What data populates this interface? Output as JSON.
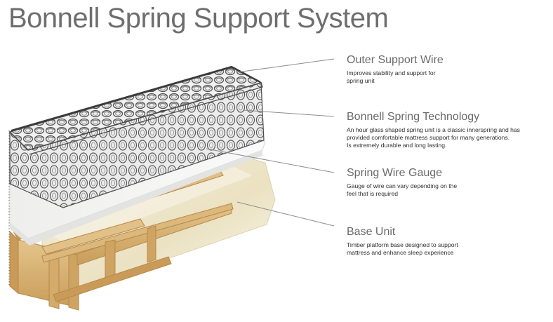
{
  "title": "Bonnell Spring Support System",
  "callouts": [
    {
      "title": "Outer Support Wire",
      "description": "Improves stability and support for\nspring unit"
    },
    {
      "title": "Bonnell Spring Technology",
      "description": "An hour glass shaped spring unit is a classic innerspring and has\nprovided comfortable mattress support for many generations.\nIs extremely durable and long lasting."
    },
    {
      "title": "Spring Wire Gauge",
      "description": "Gauge of wire can vary depending on the\nfeel that is required"
    },
    {
      "title": "Base Unit",
      "description": "Timber platform base designed to support\nmattress and enhance sleep experience"
    }
  ],
  "colors": {
    "title_text": "#6e6e6e",
    "leader_line": "#8c8c8c",
    "timber": "#d9b57a",
    "foam": "#f3f2ef",
    "base_fabric": "#efe8cf",
    "spring_wire": "#6d6d6d"
  }
}
